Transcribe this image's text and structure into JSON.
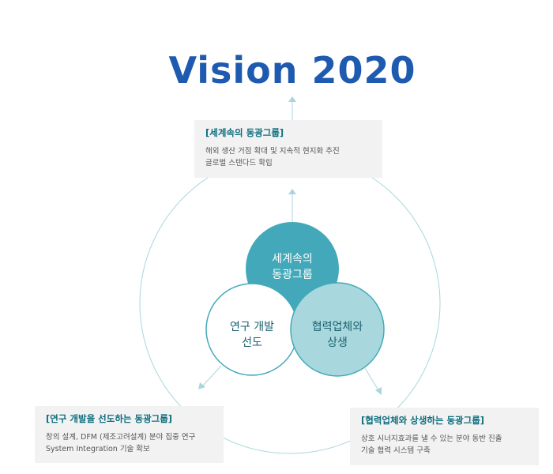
{
  "title": "Vision 2020",
  "colors": {
    "title": "#1d5ab0",
    "box_title": "#0e6e7e",
    "circle_dark": "#43a9ba",
    "circle_light": "#a8d8de",
    "circle_white_border": "#43a9ba",
    "orbit": "#a9d6dc",
    "arrow": "#a9d6dc"
  },
  "circles": {
    "top": {
      "line1": "세계속의",
      "line2": "동광그룹"
    },
    "left": {
      "line1": "연구 개발",
      "line2": "선도"
    },
    "right": {
      "line1": "협력업체와",
      "line2": "상생"
    }
  },
  "boxes": {
    "top": {
      "title": "[세계속의 동광그룹]",
      "lines": [
        "해외 생산 거점 확대 및 지속적 현지화 추진",
        "글로벌 스탠다드 확립"
      ]
    },
    "left": {
      "title": "[연구 개발을 선도하는 동광그룹]",
      "lines": [
        "창의 설계, DFM (제조고려설계) 분야 집중 연구",
        "System Integration 기술 확보"
      ]
    },
    "right": {
      "title": "[협력업체와 상생하는 동광그룹]",
      "lines": [
        "상호 시너지효과를 낼 수 있는 분야 동반 진출",
        "기술 협력 시스템 구축"
      ]
    }
  }
}
